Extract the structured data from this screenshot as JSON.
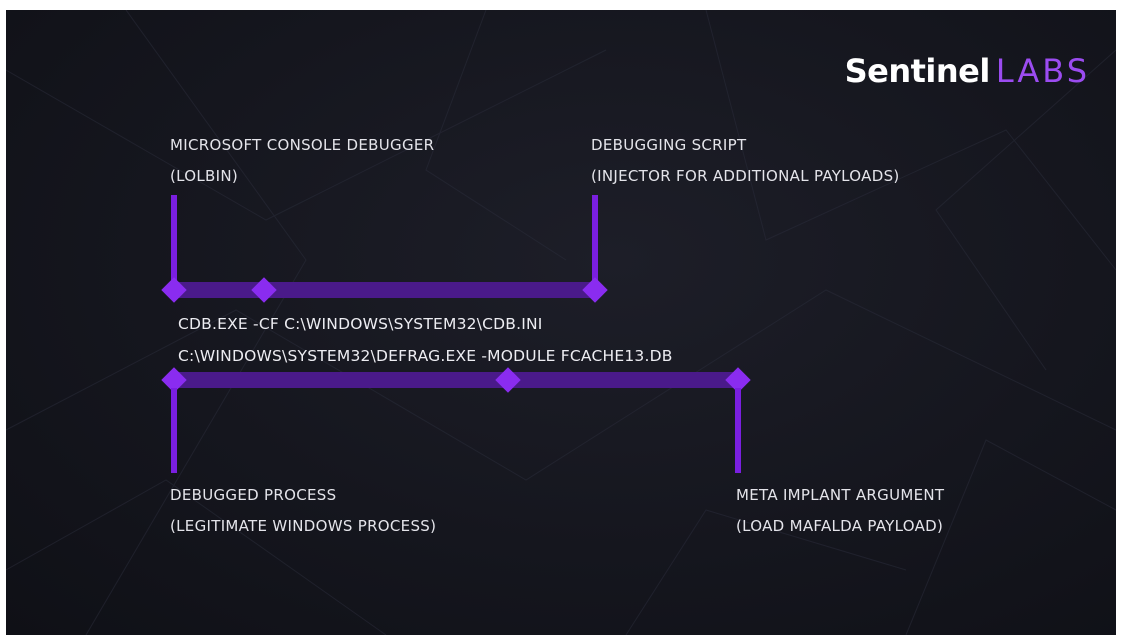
{
  "logo": {
    "word": "Sentinel",
    "labs": "LABS"
  },
  "labels": {
    "top_left": {
      "line1": "MICROSOFT CONSOLE DEBUGGER",
      "line2": "(LOLBIN)"
    },
    "top_right": {
      "line1": "DEBUGGING SCRIPT",
      "line2": "(INJECTOR FOR ADDITIONAL PAYLOADS)"
    },
    "bottom_left": {
      "line1": "DEBUGGED PROCESS",
      "line2": "(LEGITIMATE WINDOWS PROCESS)"
    },
    "bottom_right": {
      "line1": "META IMPLANT ARGUMENT",
      "line2": "(LOAD MAFALDA PAYLOAD)"
    }
  },
  "command": {
    "line1": "CDB.EXE -CF C:\\WINDOWS\\SYSTEM32\\CDB.INI",
    "line2": "C:\\WINDOWS\\SYSTEM32\\DEFRAG.EXE -MODULE FCACHE13.DB"
  },
  "colors": {
    "background": "#15161e",
    "accent": "#8a2cf0",
    "band": "#4a1a8a",
    "text": "#e4e4ea"
  }
}
